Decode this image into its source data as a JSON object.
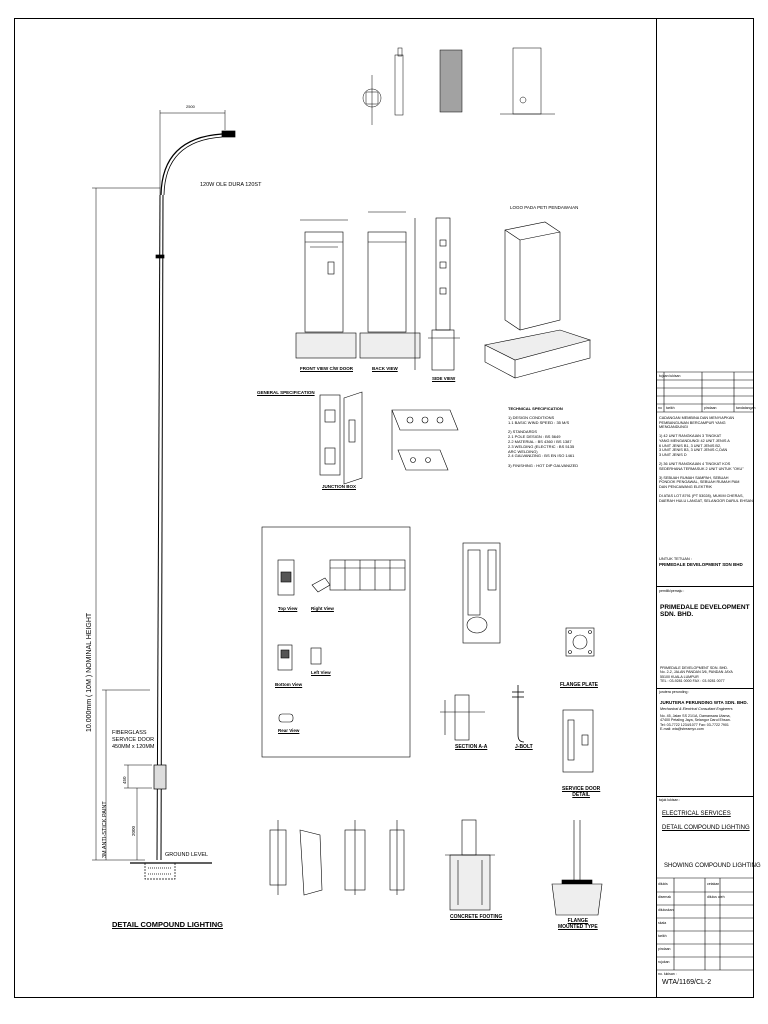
{
  "drawing": {
    "main_title": "DETAIL COMPOUND LIGHTING",
    "lamp_label": "120W OLE DURA 120ST",
    "height_label": "10.000mm ( 10M ) NOMINAL HEIGHT",
    "arm_dim": "2500",
    "paint_label": "3M ANTI-STICK PAINT",
    "door_label": "FIBERGLASS\nSERVICE DOOR\n450MM x 120MM",
    "door_dim": "450",
    "base_dim": "2000",
    "ground_label": "GROUND LEVEL",
    "logo_label": "LOGO PADA PETI PENDAWAIAN",
    "concrete_label": "CONCRETE FOOTING",
    "views": {
      "front": "FRONT VIEW C/W DOOR",
      "back": "BACK VIEW",
      "side": "SIDE VIEW",
      "top": "Top View",
      "right": "Right View",
      "bottom": "Bottom View",
      "left": "Left View",
      "rear": "Rear View",
      "junction": "JUNCTION BOX",
      "section_aa": "SECTION A-A",
      "jbolt": "J-BOLT",
      "flange_plate": "FLANGE PLATE",
      "service_door": "SERVICE DOOR\nDETAIL",
      "concrete_footing": "CONCRETE FOOTING",
      "flange_mounted": "FLANGE\nMOUNTED TYPE",
      "general_spec": "GENERAL SPECIFICATION"
    },
    "tech_spec": {
      "title": "TECHNICAL SPECIFICATION",
      "lines": "1) DESIGN CONDITIONS\n   1.1 BASIC WIND SPEED      : 35 M/S\n\n2) STANDARDS\n   2.1 POLE DESIGN           : BS 5649\n   2.2 MATERIAL              : BS 4360 / BS 1387\n   2.3 WELDING (ELECTRIC      : BS 5135\n       ARC WELDING)\n   2.4 GALVANIZING           : BS EN ISO 1461\n\n3) FINISHING                 : HOT DIP GALVANIZED"
    }
  },
  "title_block": {
    "project_desc": "CADANGAN MEMBINA DAN MENYIAPKAN\nPEMBANGUNAN BERCAMPUR YANG\nMENGANDUNGI\n\n1) 42 UNIT RANGKAIAN 3 TINGKAT\n   YANG MENGANDUNGI 42 UNIT JENIS A\n   6 UNIT JENIS B1, 3 UNIT JENIS B2,\n   3 UNIT JENIS B3, 3 UNIT JENIS C,DAN\n   3 UNIT JENIS D\n\n2) 36 UNIT RANGKAIAN 4 TINGKAT KOS\n   SEDERHANA TERMASUK 2 UNIT UNTUK \"OKU\"\n\n3) SEBUAH RUMAH SAMPAH, SEBUAH\n   PONDOK PENGAWAL, SEBUAH RUMAH PAM\n   DAN PENCAWANG ELEKTRIK\n\nDI ATAS LOT 8791 (PT 53028), MUKIM CHERAS,\nDAERAH HULU LANGAT, SELANGOR DARUL EHSAN.",
    "client_label": "UNTUK TETUAN :",
    "client": "PRIMEDALE DEVELOPMENT SDN BHD",
    "owner_label": "pemilik/pemaju :",
    "owner": "PRIMEDALE DEVELOPMENT\nSDN. BHD.",
    "owner_addr": "PRIMEDALE DEVELOPMENT SDN. BHD.\nNo. 2-2, JALAN PANDAN 3/6, PANDAN JAYA\n55100 KUALA LUMPUR\nTEL : 03-9281 0000      FAX : 03-9281 0077",
    "engineer_label": "jurutera perunding :",
    "engineer": "JURUTERA PERUNDING WTA SDN. BHD.",
    "engineer_sub": "Mechanical & Electrical Consultant Engineers",
    "engineer_addr": "No. 45, Jalan SS 21/1A, Damansara Utama,\n47400 Petaling Jaya, Selangor Darul Ehsan.\nTel: 03-7722 1234/1077   Fax: 03-7722 7901\nE-mail: wta@streamyx.com",
    "title_label": "tajuk lukisan :",
    "service": "ELECTRICAL SERVICES",
    "detail": "DETAIL COMPOUND LIGHTING",
    "showing": "SHOWING COMPOUND LIGHTING",
    "drawing_no_label": "no. lukisan :",
    "drawing_no": "WTA/1169/CL-2",
    "rev_cols": [
      "no",
      "tarikh",
      "pindaan",
      "tandatangan"
    ],
    "rev_header": "tujuan lukisan",
    "rows": [
      "dilukis",
      "disemak",
      "diluluskan",
      "skala",
      "tarikh",
      "pindaan",
      "rujukan"
    ],
    "rev_labels": [
      "cetakan",
      "dilulus oleh"
    ]
  }
}
